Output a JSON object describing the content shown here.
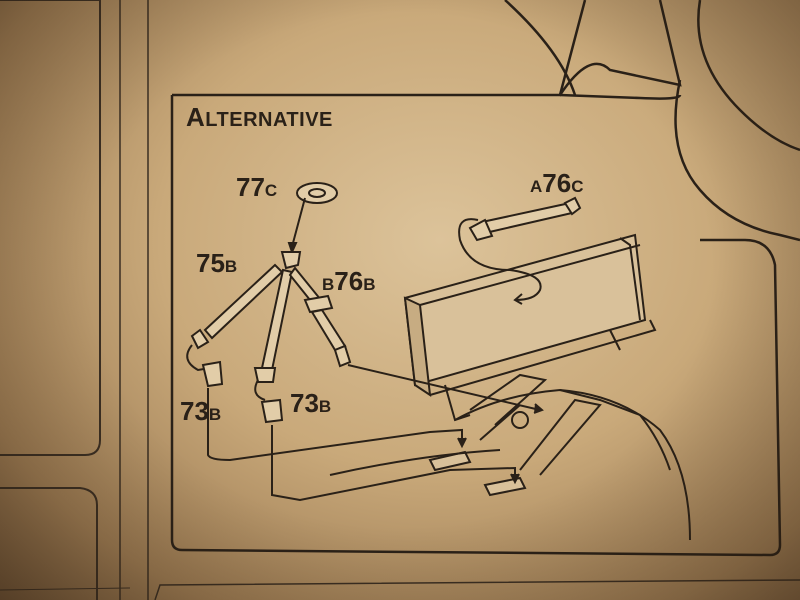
{
  "title": {
    "initial": "A",
    "rest": "LTERNATIVE"
  },
  "parts": {
    "p77c": {
      "num": "77",
      "suffix": "C"
    },
    "p76c": {
      "prefix": "A",
      "num": "76",
      "suffix": "C"
    },
    "p75b": {
      "num": "75",
      "suffix": "B"
    },
    "p76b": {
      "prefix": "B",
      "num": "76",
      "suffix": "B"
    },
    "p73b_left": {
      "num": "73",
      "suffix": "B"
    },
    "p73b_right": {
      "num": "73",
      "suffix": "B"
    }
  },
  "colors": {
    "paper": "#d4b98e",
    "ink": "#2a2118"
  }
}
